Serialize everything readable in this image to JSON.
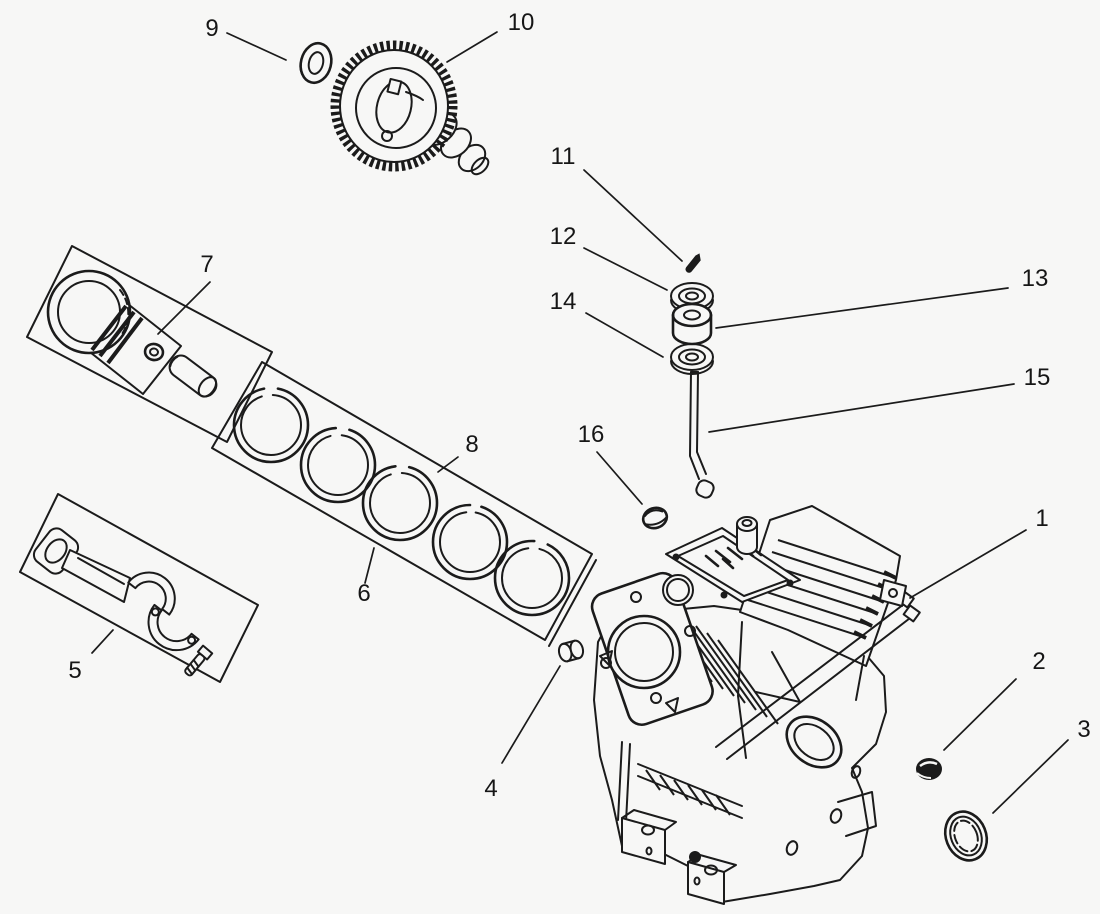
{
  "figure": {
    "kind": "exploded-parts-diagram",
    "description": "Exploded line-art parts diagram of an engine crankcase group: camshaft, piston, rings, connecting rod, dipstick tube and crankcase block, with numbered callouts.",
    "background_color": "#f7f7f6",
    "line_color": "#1b1b1b",
    "label_color": "#161616",
    "callouts": [
      {
        "number": "1"
      },
      {
        "number": "2"
      },
      {
        "number": "3"
      },
      {
        "number": "4"
      },
      {
        "number": "5"
      },
      {
        "number": "6"
      },
      {
        "number": "7"
      },
      {
        "number": "8"
      },
      {
        "number": "9"
      },
      {
        "number": "10"
      },
      {
        "number": "11"
      },
      {
        "number": "12"
      },
      {
        "number": "13"
      },
      {
        "number": "14"
      },
      {
        "number": "15"
      },
      {
        "number": "16"
      }
    ]
  }
}
